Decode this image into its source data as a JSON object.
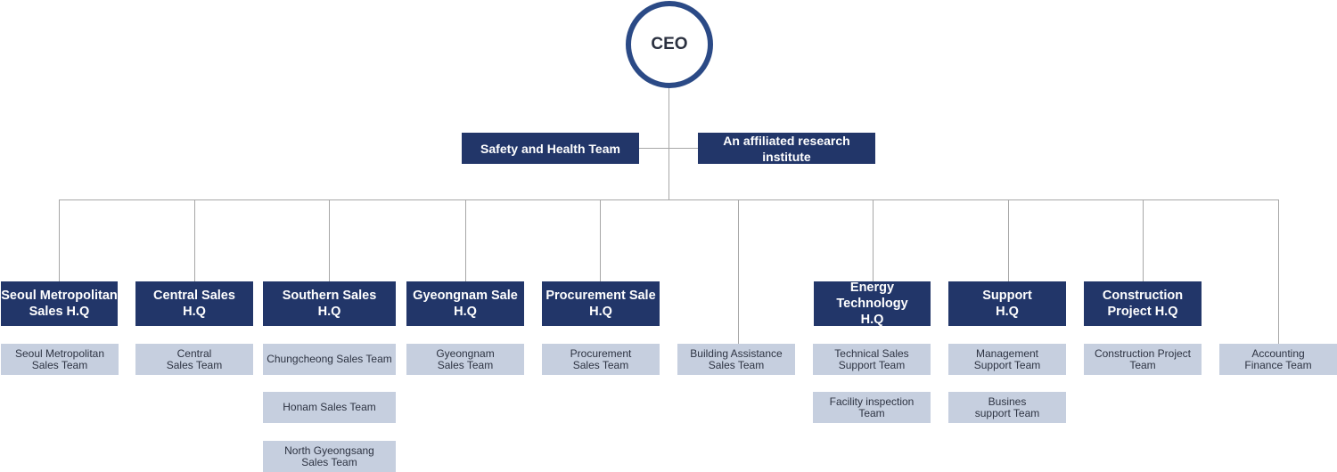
{
  "ceo": "CEO",
  "staff": {
    "left": "Safety and Health Team",
    "right": "An affiliated research institute"
  },
  "headquarters": [
    "Seoul Metropolitan\nSales H.Q",
    "Central Sales\nH.Q",
    "Southern Sales\nH.Q",
    "Gyeongnam Sale\nH.Q",
    "Procurement Sale\nH.Q",
    "Energy Technology\nH.Q",
    "Support\nH.Q",
    "Construction\nProject H.Q"
  ],
  "teams": [
    "Seoul Metropolitan\nSales Team",
    "Central\nSales Team",
    "Chungcheong Sales Team",
    "Honam Sales Team",
    "North Gyeongsang\nSales Team",
    "Gyeongnam\nSales Team",
    "Procurement\nSales Team",
    "Building Assistance\nSales Team",
    "Technical Sales\nSupport Team",
    "Facility inspection\nTeam",
    "Management\nSupport Team",
    "Busines\nsupport Team",
    "Construction Project\nTeam",
    "Accounting\nFinance Team"
  ],
  "colors": {
    "navy": "#223669",
    "ceo_ring": "#2b4a86",
    "team_fill": "#c6cfdf",
    "connector": "#a7a7a7"
  }
}
